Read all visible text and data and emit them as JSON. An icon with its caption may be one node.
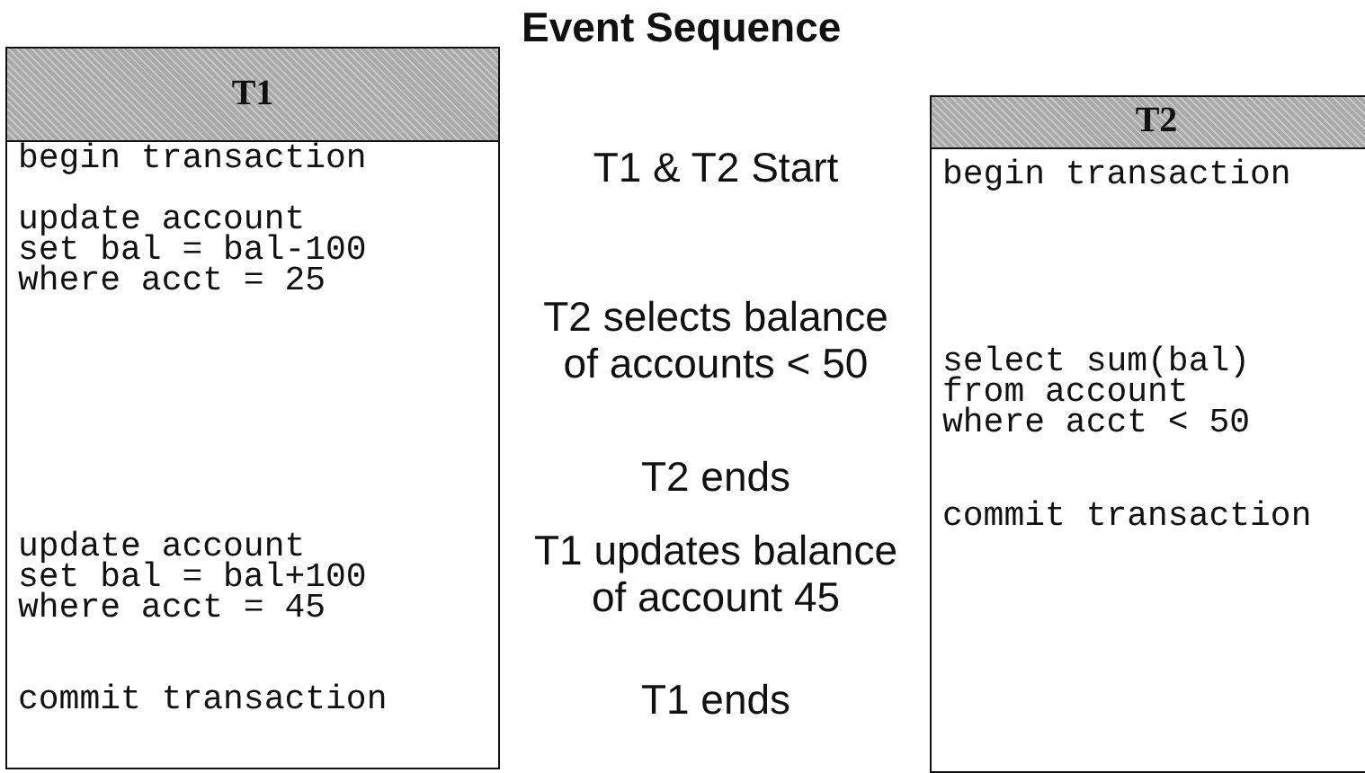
{
  "diagram": {
    "title": "Event Sequence",
    "nodes": [
      {
        "text": [
          "T1",
          "begin transaction",
          "update account set bal = bal-100 where acct = 25",
          "update account set bal = bal+100 where acct = 45",
          "commit transaction"
        ]
      },
      {
        "text": [
          "T2",
          "begin transaction",
          "select sum(bal) from account where acct < 50",
          "commit transaction"
        ]
      }
    ],
    "labels": [
      "T1 & T2 Start",
      "T2 selects balance of accounts < 50",
      "T2 ends",
      "T1 updates balance of account 45",
      "T1 ends"
    ]
  }
}
